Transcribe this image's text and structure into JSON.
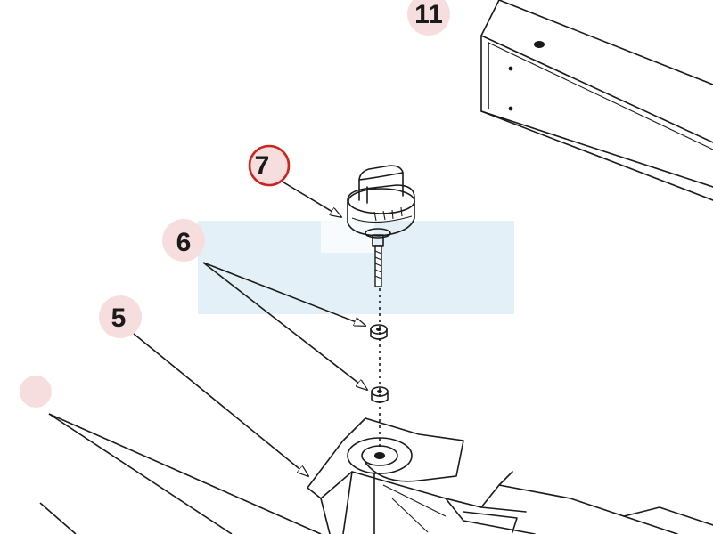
{
  "callouts": {
    "c11": {
      "label": "11"
    },
    "c7": {
      "label": "7"
    },
    "c6": {
      "label": "6"
    },
    "c5": {
      "label": "5"
    }
  },
  "colors": {
    "badge_fill": "#f7dede",
    "highlight_ring": "#c8261f",
    "watermark": "#e3f0f7",
    "line": "#1a1a1a"
  }
}
